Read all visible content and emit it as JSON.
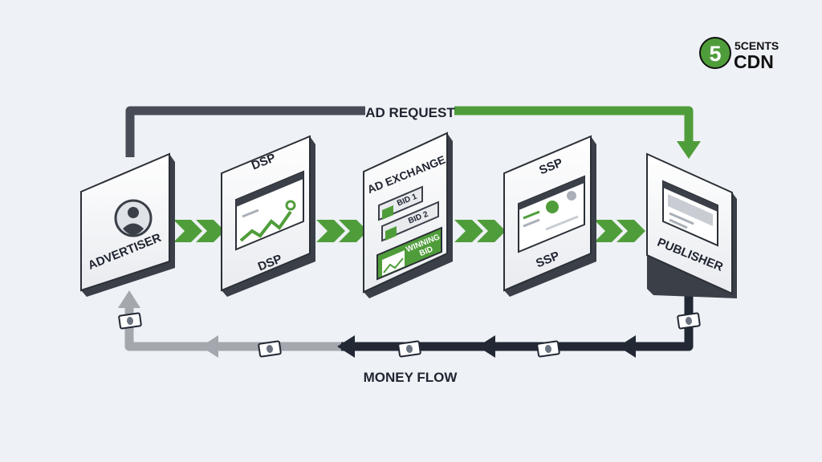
{
  "brand": {
    "badge_number": "5",
    "name_top": "5CENTS",
    "name_bottom": "CDN",
    "accent_color": "#4f9d3a",
    "text_color": "#111111"
  },
  "labels": {
    "ad_request": "AD REQUEST",
    "money_flow": "MONEY FLOW"
  },
  "nodes": {
    "advertiser": {
      "label": "ADVERTISER"
    },
    "dsp": {
      "title": "DSP",
      "label": "DSP"
    },
    "ad_exchange": {
      "title": "AD EXCHANGE",
      "bid1": "BID 1",
      "bid2": "BID 2",
      "winning_line1": "WINNING",
      "winning_line2": "BID"
    },
    "ssp": {
      "title": "SSP",
      "label": "SSP"
    },
    "publisher": {
      "label": "PUBLISHER"
    }
  },
  "colors": {
    "green": "#4f9d3a",
    "dark": "#474c56",
    "navy": "#222834",
    "gray_arrow": "#a4a8ae",
    "card_face": "#f7f8fa",
    "card_side": "#3a3f48"
  }
}
